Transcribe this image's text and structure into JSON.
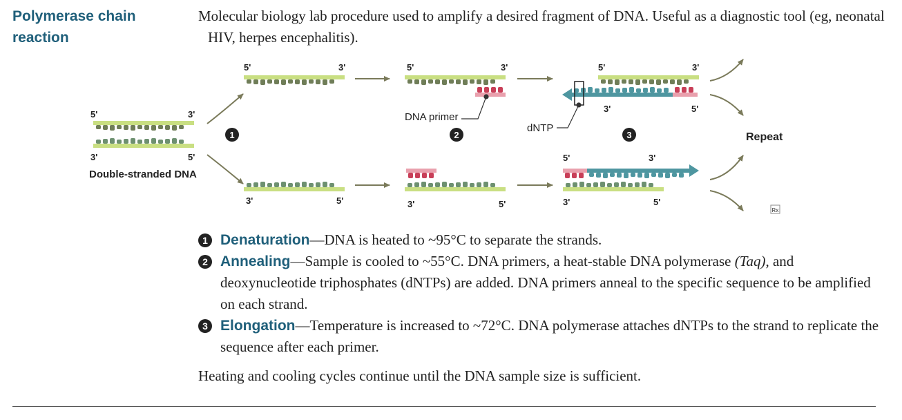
{
  "heading": {
    "term": "Polymerase chain reaction"
  },
  "intro": "Molecular biology lab procedure used to amplify a desired fragment of DNA. Useful as a diagnostic tool (eg, neonatal HIV, herpes encephalitis).",
  "diagram": {
    "double_stranded_label": "Double-stranded DNA",
    "primer_label": "DNA primer",
    "dntp_label": "dNTP",
    "repeat_label": "Repeat",
    "rx_mark": "Rx",
    "end_5": "5'",
    "end_3": "3'",
    "step_numbers": [
      "1",
      "2",
      "3"
    ],
    "colors": {
      "backbone": "#c9df82",
      "strand_top": "#6f7d58",
      "strand_bottom": "#6d9070",
      "primer": "#c83f58",
      "primer_backbone": "#e9a0ad",
      "new_strand": "#4e96a0",
      "arrow": "#7a7a5a",
      "heading": "#1f5f7a"
    }
  },
  "steps": [
    {
      "number": "1",
      "name": "Denaturation",
      "text": "—DNA is heated to ~95°C to separate the strands."
    },
    {
      "number": "2",
      "name": "Annealing",
      "text_before": "—Sample is cooled to ~55°C. DNA primers, a heat-stable DNA polymerase ",
      "italic": "(Taq)",
      "text_after": ", and deoxynucleotide triphosphates (dNTPs) are added. DNA primers anneal to the specific sequence to be amplified on each strand."
    },
    {
      "number": "3",
      "name": "Elongation",
      "text": "—Temperature is increased to ~72°C. DNA polymerase attaches dNTPs to the strand to replicate the sequence after each primer."
    }
  ],
  "footer": "Heating and cooling cycles continue until the DNA sample size is sufficient."
}
